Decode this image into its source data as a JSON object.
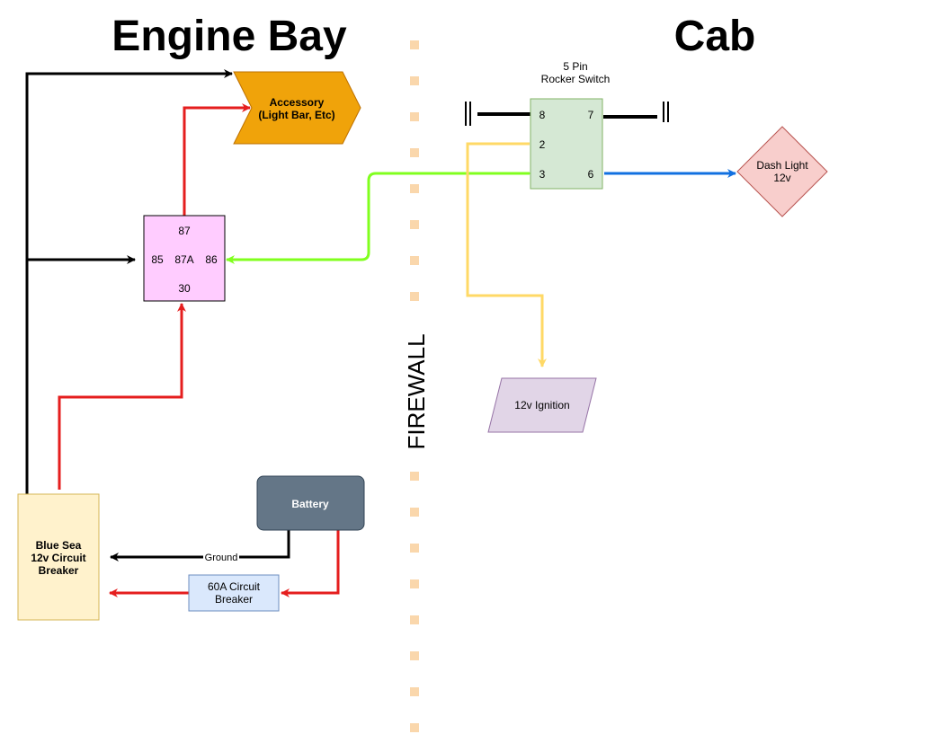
{
  "sections": {
    "engine_bay": "Engine Bay",
    "cab": "Cab",
    "firewall": "FIREWALL"
  },
  "nodes": {
    "accessory": {
      "line1": "Accessory",
      "line2": "(Light Bar, Etc)"
    },
    "relay": {
      "pin_top": "87",
      "pin_left": "85",
      "pin_center": "87A",
      "pin_right": "86",
      "pin_bottom": "30"
    },
    "rocker_switch": {
      "title_line1": "5 Pin",
      "title_line2": "Rocker Switch",
      "pin_8": "8",
      "pin_7": "7",
      "pin_2": "2",
      "pin_3": "3",
      "pin_6": "6"
    },
    "dash_light": {
      "line1": "Dash Light",
      "line2": "12v"
    },
    "ignition": {
      "label": "12v Ignition"
    },
    "breaker_12v": {
      "line1": "Blue Sea",
      "line2": "12v Circuit",
      "line3": "Breaker"
    },
    "battery": {
      "label": "Battery"
    },
    "breaker_60a": {
      "line1": "60A Circuit",
      "line2": "Breaker"
    }
  },
  "edges": {
    "ground_label": "Ground"
  },
  "colors": {
    "black_wire": "#000000",
    "red_wire": "#e51e1e",
    "green_wire": "#80ff1e",
    "blue_wire": "#1170e0",
    "yellow_wire": "#ffd966",
    "firewall_dots": "#fad7ac",
    "accessory_fill": "#f0a30a",
    "relay_fill": "#ffccff",
    "switch_fill": "#d5e8d4",
    "dash_fill": "#f8cecc",
    "ignition_fill": "#e1d5e7",
    "breaker12_fill": "#fff2cc",
    "battery_fill": "#647687",
    "breaker60_fill": "#dae8fc"
  }
}
